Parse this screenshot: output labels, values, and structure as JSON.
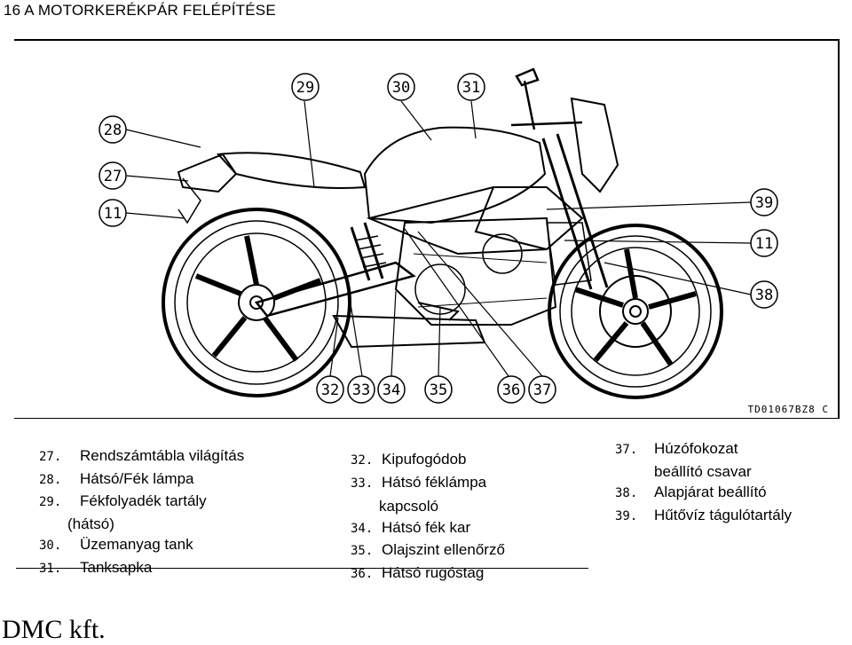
{
  "header": {
    "title": "16 A MOTORKERÉKPÁR FELÉPÍTÉSE"
  },
  "figure": {
    "code": "TD01067BZ8  C",
    "callouts": [
      "28",
      "27",
      "11",
      "29",
      "30",
      "31",
      "39",
      "11",
      "38",
      "32",
      "33",
      "34",
      "35",
      "36",
      "37"
    ]
  },
  "legend": {
    "col1": [
      {
        "num": "27.",
        "text": "Rendszámtábla világítás"
      },
      {
        "num": "28.",
        "text": "Hátsó/Fék lámpa"
      },
      {
        "num": "29.",
        "text": "Fékfolyadék tartály"
      },
      {
        "num": "",
        "text": "(hátsó)"
      },
      {
        "num": "30.",
        "text": "Üzemanyag tank"
      },
      {
        "num": "31.",
        "text": "Tanksapka"
      }
    ],
    "col2": [
      {
        "num": "32.",
        "text": "Kipufogódob"
      },
      {
        "num": "33.",
        "text": "Hátsó féklámpa"
      },
      {
        "num": "",
        "text": "kapcsoló"
      },
      {
        "num": "34.",
        "text": "Hátsó fék kar"
      },
      {
        "num": "35.",
        "text": "Olajszint ellenőrző"
      },
      {
        "num": "36.",
        "text": "Hátsó rugóstag"
      }
    ],
    "col3": [
      {
        "num": "37.",
        "text": "Húzófokozat"
      },
      {
        "num": "",
        "text": "beállító csavar"
      },
      {
        "num": "38.",
        "text": "Alapjárat beállító"
      },
      {
        "num": "39.",
        "text": "Hűtővíz tágulótartály"
      }
    ]
  },
  "footer": {
    "text": "DMC kft."
  }
}
